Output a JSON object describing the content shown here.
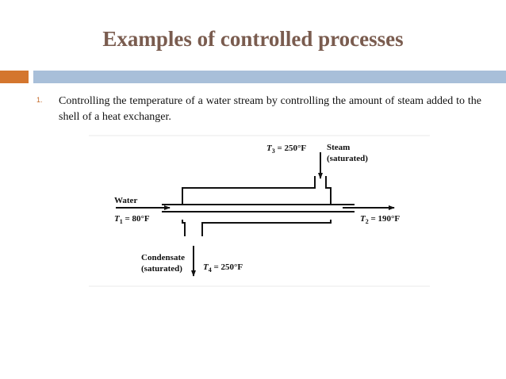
{
  "slide": {
    "title": "Examples of controlled processes",
    "item_number": "1.",
    "item_text": "Controlling the temperature of a water stream by controlling the amount of steam added to the shell of a heat exchanger."
  },
  "diagram": {
    "water_label": "Water",
    "t1_label": "T",
    "t1_sub": "1",
    "t1_value": " = 80°F",
    "t2_label": "T",
    "t2_sub": "2",
    "t2_value": " = 190°F",
    "t3_label": "T",
    "t3_sub": "3",
    "t3_value": " = 250°F",
    "t4_label": "T",
    "t4_sub": "4",
    "t4_value": " = 250°F",
    "steam_label": "Steam",
    "steam_state": "(saturated)",
    "condensate_label": "Condensate",
    "condensate_state": "(saturated)"
  }
}
